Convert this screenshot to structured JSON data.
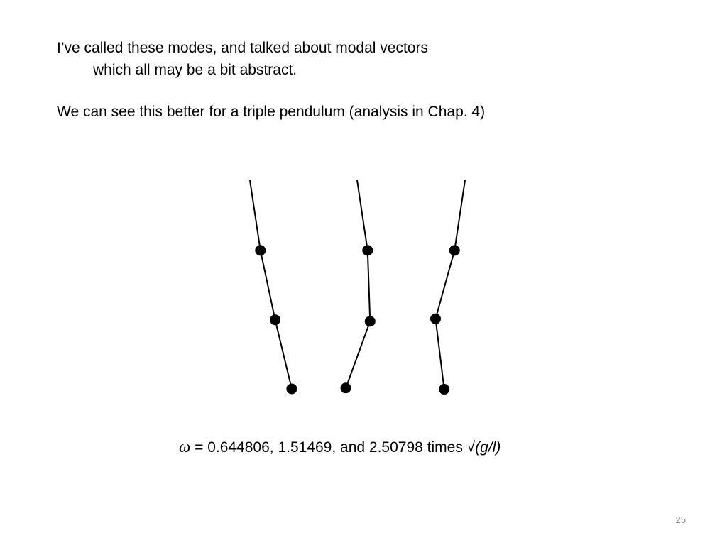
{
  "slide": {
    "text_line_1": "I’ve called these modes, and talked about modal vectors",
    "text_line_2": "which all may be a bit abstract.",
    "text_line_3": "We can see this better for a triple pendulum (analysis in Chap. 4)",
    "formula": {
      "symbol": "ω",
      "equals": " = ",
      "values": "0.644806, 1.51469, and 2.50798 times ",
      "sqrt": "√",
      "factor": "(g/l)"
    },
    "page_number": "25"
  },
  "diagram": {
    "line_color": "#000000",
    "bob_color": "#000000",
    "pendulums": [
      {
        "name": "mode-1",
        "angles_deg": [
          8.5,
          12.0,
          13.5
        ]
      },
      {
        "name": "mode-2",
        "angles_deg": [
          8.5,
          2.0,
          -20.0
        ]
      },
      {
        "name": "mode-3",
        "angles_deg": [
          -8.5,
          -15.5,
          7.0
        ]
      }
    ]
  }
}
